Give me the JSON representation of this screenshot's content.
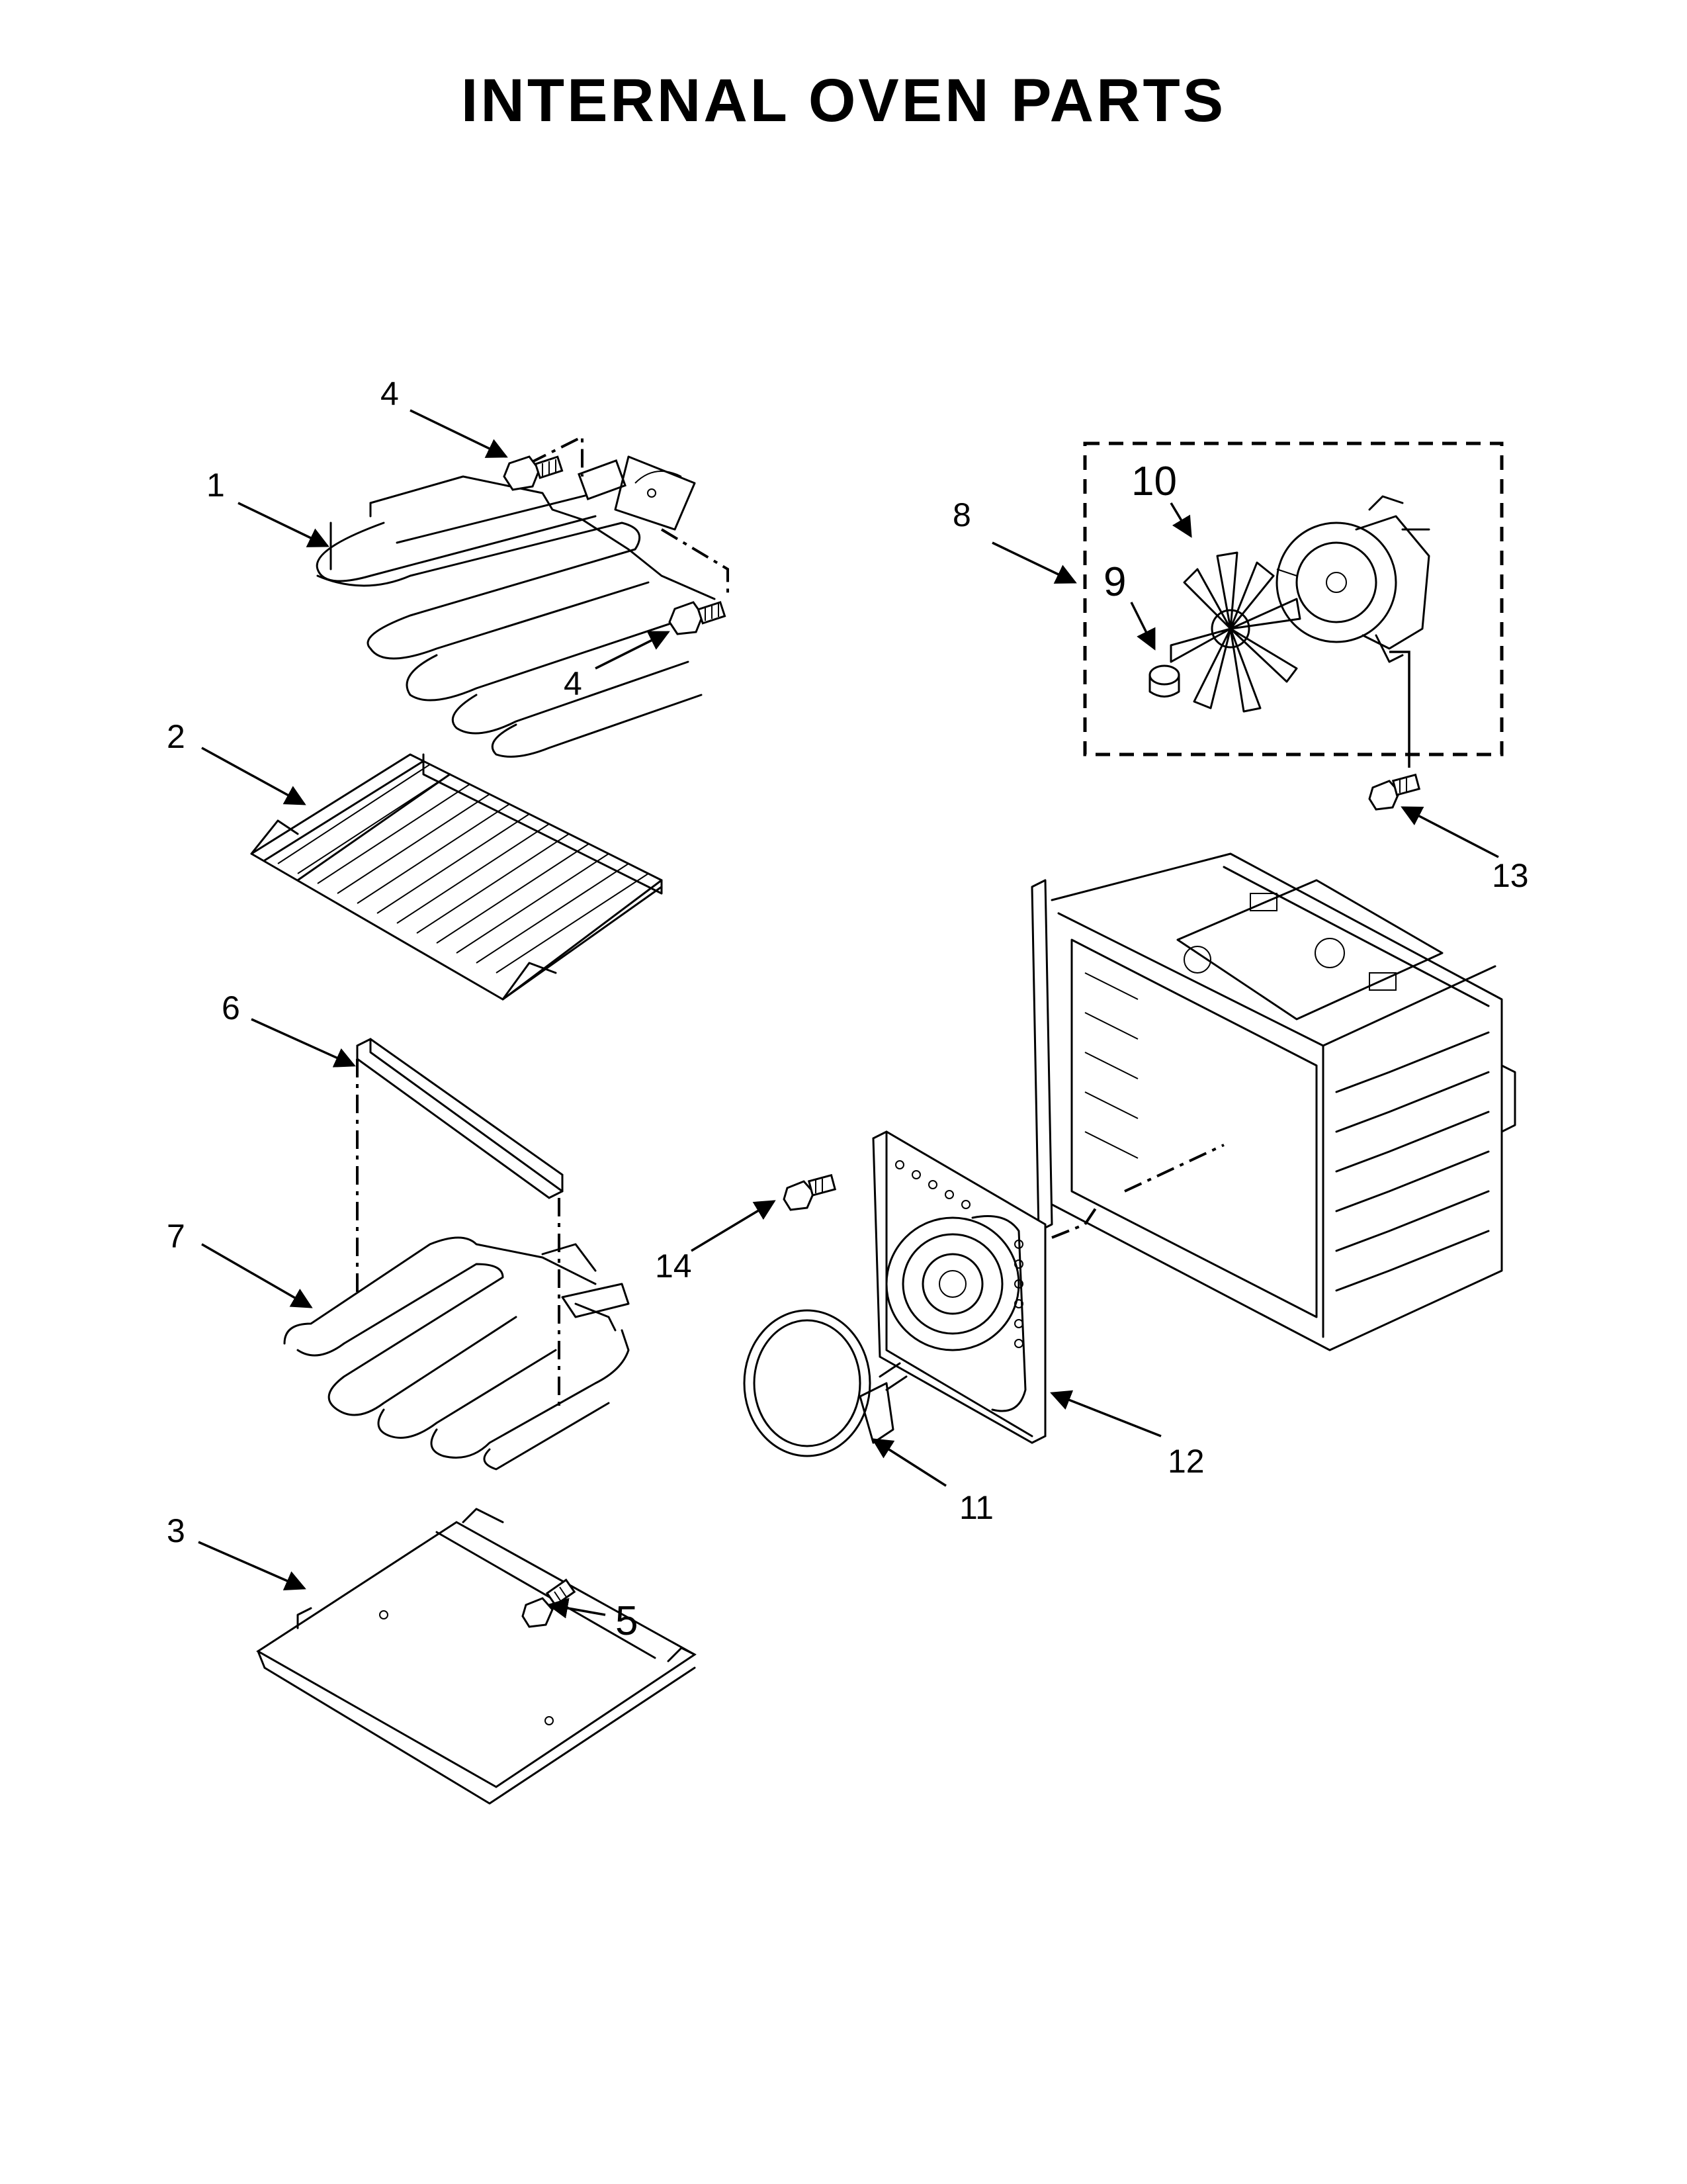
{
  "title": "INTERNAL OVEN PARTS",
  "callouts": [
    {
      "id": "4a",
      "text": "4"
    },
    {
      "id": "1",
      "text": "1"
    },
    {
      "id": "4b",
      "text": "4"
    },
    {
      "id": "2",
      "text": "2"
    },
    {
      "id": "6",
      "text": "6"
    },
    {
      "id": "7",
      "text": "7"
    },
    {
      "id": "3",
      "text": "3"
    },
    {
      "id": "5",
      "text": "5"
    },
    {
      "id": "8",
      "text": "8"
    },
    {
      "id": "10",
      "text": "10"
    },
    {
      "id": "9",
      "text": "9"
    },
    {
      "id": "13",
      "text": "13"
    },
    {
      "id": "14",
      "text": "14"
    },
    {
      "id": "12",
      "text": "12"
    },
    {
      "id": "11",
      "text": "11"
    }
  ]
}
